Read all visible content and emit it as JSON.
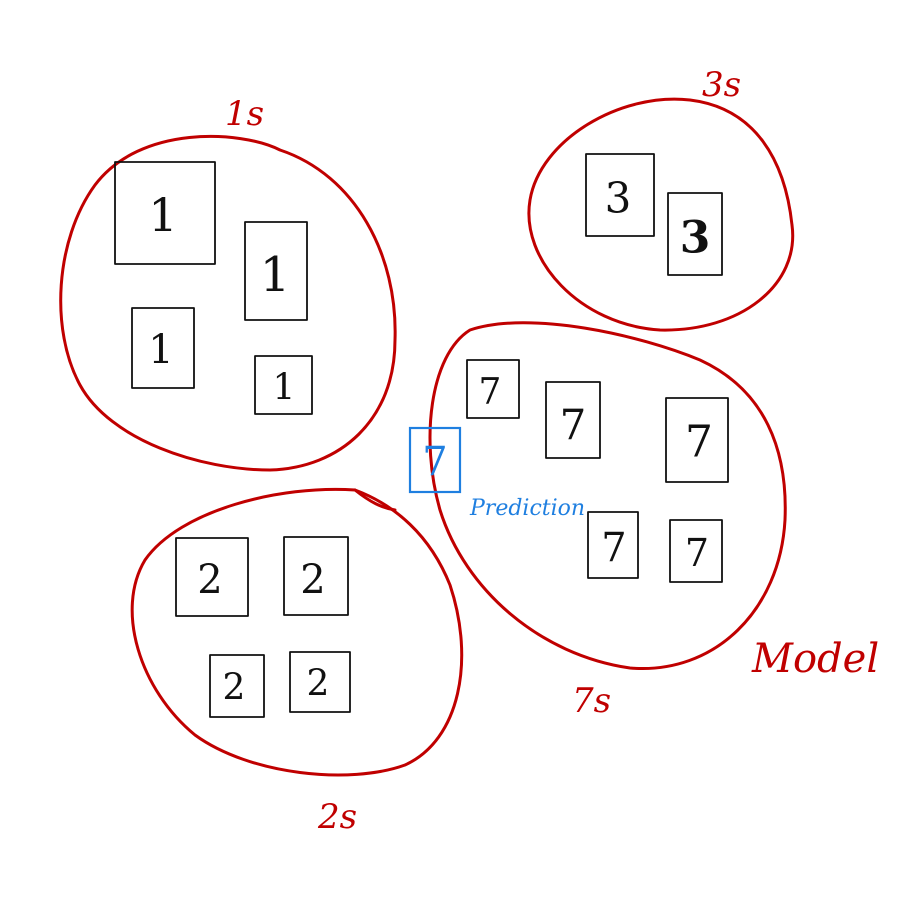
{
  "clusters": {
    "ones": {
      "label": "1s",
      "digits": [
        "1",
        "1",
        "1",
        "1"
      ]
    },
    "threes": {
      "label": "3s",
      "digits": [
        "3",
        "3"
      ]
    },
    "sevens": {
      "label": "7s",
      "digits": [
        "7",
        "7",
        "7",
        "7",
        "7"
      ]
    },
    "twos": {
      "label": "2s",
      "digits": [
        "2",
        "2",
        "2",
        "2"
      ]
    }
  },
  "prediction": {
    "digit": "7",
    "label": "Prediction"
  },
  "model_label": "Model",
  "colors": {
    "cluster": "#c00000",
    "prediction": "#1f7fe0",
    "ink": "#111111"
  }
}
